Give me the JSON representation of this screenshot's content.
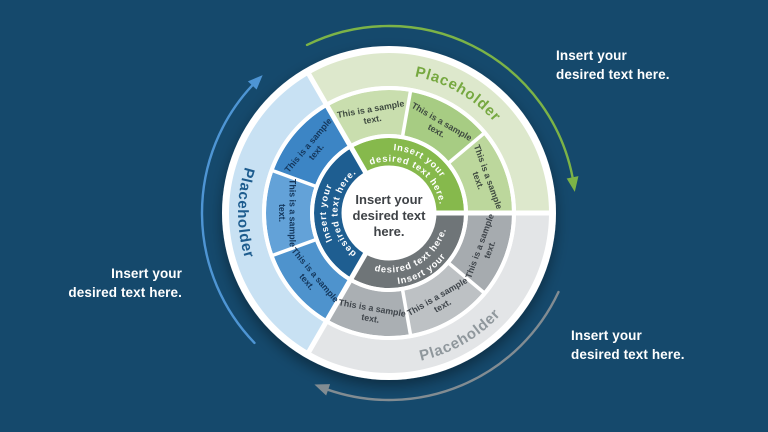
{
  "background_color": "#15496C",
  "annotations": {
    "top_right": {
      "line1": "Insert your",
      "line2": "desired text here."
    },
    "bottom_right": {
      "line1": "Insert your",
      "line2": "desired text here."
    },
    "left": {
      "line1": "Insert your",
      "line2": "desired text here."
    }
  },
  "center": {
    "line1": "Insert your",
    "line2": "desired text",
    "line3": "here.",
    "text_color": "#3F4347"
  },
  "diagram": {
    "sections": [
      {
        "id": "green",
        "start_angle": -30,
        "end_angle": 90,
        "outer_label": "Placeholder",
        "outer_fill": "#DDE8CC",
        "outer_label_color": "#76A840",
        "outer_flip": false,
        "segments": [
          {
            "fill": "#C9DEAE",
            "line1": "This is a sample",
            "line2": "text."
          },
          {
            "fill": "#A7CC83",
            "line1": "This is a sample",
            "line2": "text."
          },
          {
            "fill": "#BCD79C",
            "line1": "This is a sample",
            "line2": "text."
          }
        ],
        "segment_text_color": "#3F4B40",
        "inner_fill": "#86B94C",
        "inner_line1": "Insert your",
        "inner_line2": "desired text here.",
        "inner_text_color": "#FFFFFF",
        "inner_flip": false,
        "arrow": {
          "color": "#7CB347",
          "start_angle": -26,
          "end_angle": 79
        }
      },
      {
        "id": "gray",
        "start_angle": 90,
        "end_angle": 210,
        "outer_label": "Placeholder",
        "outer_fill": "#E3E5E7",
        "outer_label_color": "#8F979C",
        "outer_flip": true,
        "segments": [
          {
            "fill": "#A6ABAF",
            "line1": "This is a sample",
            "line2": "text."
          },
          {
            "fill": "#BDC1C4",
            "line1": "This is a sample",
            "line2": "text."
          },
          {
            "fill": "#AAAFB3",
            "line1": "This is a sample",
            "line2": "text."
          }
        ],
        "segment_text_color": "#3F454B",
        "inner_fill": "#6F7578",
        "inner_line1": "Insert your",
        "inner_line2": "desired text here.",
        "inner_text_color": "#FFFFFF",
        "inner_flip": true,
        "arrow": {
          "color": "#828C92",
          "start_angle": 115,
          "end_angle": 199
        }
      },
      {
        "id": "blue",
        "start_angle": 210,
        "end_angle": 330,
        "outer_label": "Placeholder",
        "outer_fill": "#C8E1F3",
        "outer_label_color": "#1D5C8E",
        "outer_flip": true,
        "segments": [
          {
            "fill": "#4E93CD",
            "line1": "This is a sample",
            "line2": "text."
          },
          {
            "fill": "#63A2D8",
            "line1": "This is a sample",
            "line2": "text."
          },
          {
            "fill": "#3C85C5",
            "line1": "This is a sample",
            "line2": "text."
          }
        ],
        "segment_text_color": "#14375C",
        "inner_fill": "#1E5E91",
        "inner_line1": "Insert your",
        "inner_line2": "desired text here.",
        "inner_text_color": "#FFFFFF",
        "inner_flip": false,
        "arrow": {
          "color": "#4E95D4",
          "start_angle": 226,
          "end_angle": 313
        }
      }
    ]
  }
}
